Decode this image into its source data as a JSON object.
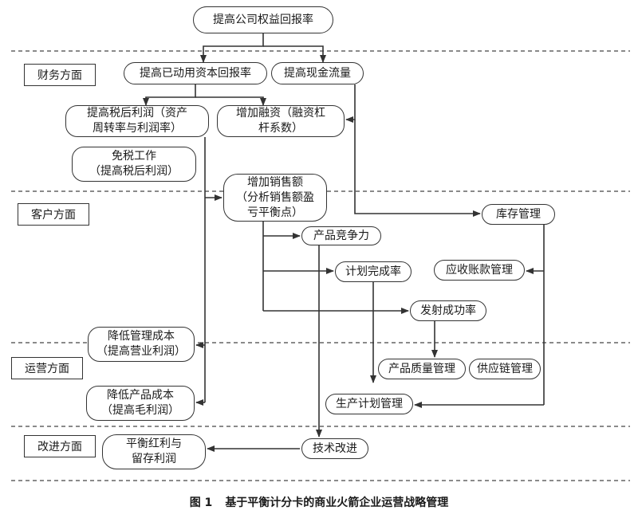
{
  "sections": [
    "财务方面",
    "客户方面",
    "运营方面",
    "改进方面"
  ],
  "nodes": {
    "roe": "提高公司权益回报率",
    "roce": "提高已动用资本回报率",
    "cashflow": "提高现金流量",
    "profit_after_tax": [
      "提高税后利润（资产",
      "周转率与利润率）"
    ],
    "financing": [
      "增加融资（融资杠",
      "杆系数）"
    ],
    "tax_free": [
      "免税工作",
      "（提高税后利润）"
    ],
    "sales": [
      "增加销售额",
      "（分析销售额盈",
      "亏平衡点）"
    ],
    "inventory": "库存管理",
    "competitiveness": "产品竞争力",
    "receivables": "应收账款管理",
    "plan_completion": "计划完成率",
    "launch_success": "发射成功率",
    "mgmt_cost": [
      "降低管理成本",
      "（提高营业利润）"
    ],
    "quality": "产品质量管理",
    "supply_chain": "供应链管理",
    "product_cost": [
      "降低产品成本",
      "（提高毛利润）"
    ],
    "production_plan": "生产计划管理",
    "dividend": [
      "平衡红利与",
      "留存利润"
    ],
    "tech": "技术改进"
  },
  "caption": {
    "figure_label": "图 1",
    "title": "基于平衡计分卡的商业火箭企业运营战略管理"
  }
}
